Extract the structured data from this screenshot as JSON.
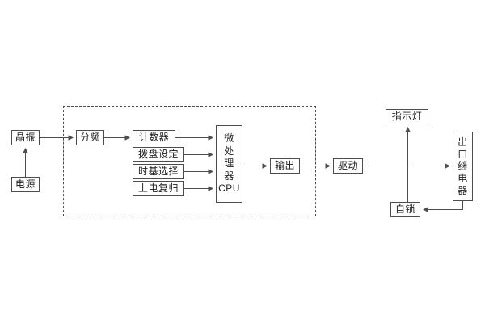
{
  "diagram": {
    "title": "relay-internal-block-diagram",
    "colors": {
      "background": "#ffffff",
      "line": "#4d4d4d",
      "box_border": "#4d4d4d",
      "text": "#1c1c1c"
    },
    "boxes": {
      "crystal": {
        "label": "晶振"
      },
      "power": {
        "label": "电源"
      },
      "divider": {
        "label": "分频"
      },
      "counter": {
        "label": "计数器"
      },
      "dial": {
        "label": "拨盘设定"
      },
      "timebase": {
        "label": "时基选择"
      },
      "reset": {
        "label": "上电复归"
      },
      "cpu": {
        "label": "微\n处\n理\n器\nCPU"
      },
      "output": {
        "label": "输出"
      },
      "drive": {
        "label": "驱动"
      },
      "indicator": {
        "label": "指示灯"
      },
      "relay": {
        "label": "出\n口\n继\n电\n器"
      },
      "selflock": {
        "label": "自锁"
      }
    },
    "connections": [
      "power -> crystal",
      "crystal -> divider",
      "divider -> counter",
      "counter -> cpu",
      "dial -> cpu",
      "timebase -> cpu",
      "reset -> cpu",
      "cpu -> output",
      "output -> drive",
      "drive -> relay",
      "junction -> indicator",
      "selflock -> junction",
      "relay -> selflock"
    ]
  }
}
